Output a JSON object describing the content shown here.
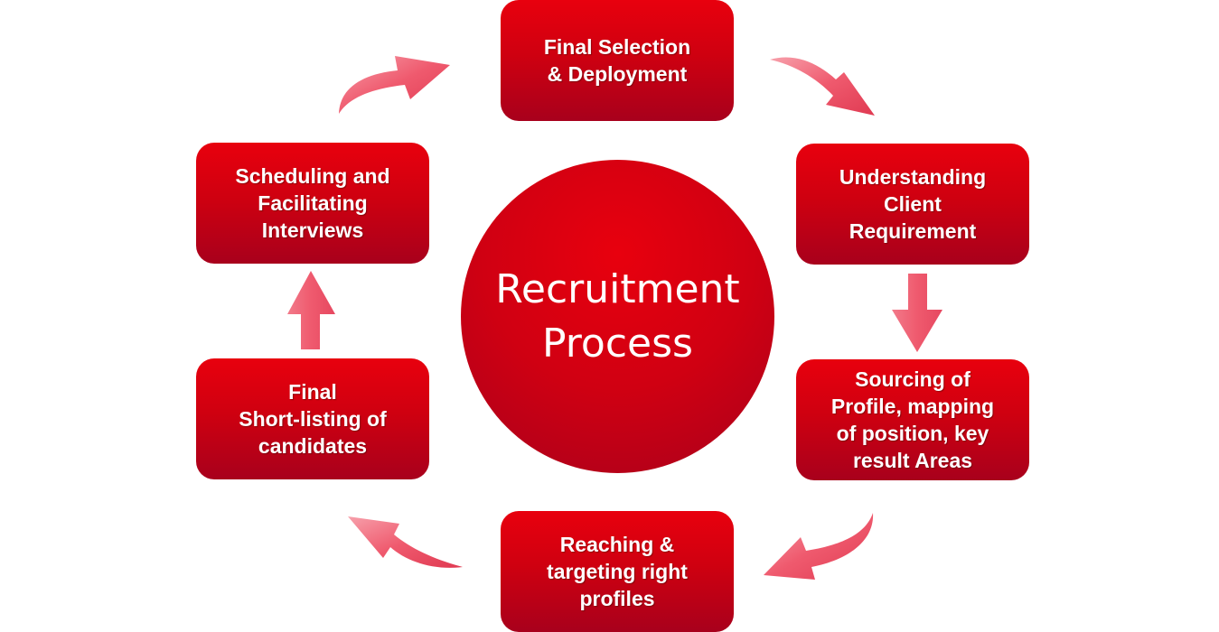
{
  "center": {
    "title": "Recruitment\nProcess"
  },
  "steps": [
    {
      "id": "final-selection",
      "label": "Final Selection\n& Deployment"
    },
    {
      "id": "understanding",
      "label": "Understanding\nClient\nRequirement"
    },
    {
      "id": "sourcing",
      "label": "Sourcing of\nProfile, mapping\nof position, key\nresult Areas"
    },
    {
      "id": "reaching",
      "label": "Reaching &\ntargeting right\nprofiles"
    },
    {
      "id": "shortlisting",
      "label": "Final\nShort-listing of\ncandidates"
    },
    {
      "id": "scheduling",
      "label": "Scheduling and\nFacilitating\nInterviews"
    }
  ],
  "colors": {
    "box_top": "#e8000e",
    "box_bottom": "#a8001c",
    "arrow": "#ef5a6e",
    "text": "#ffffff"
  }
}
